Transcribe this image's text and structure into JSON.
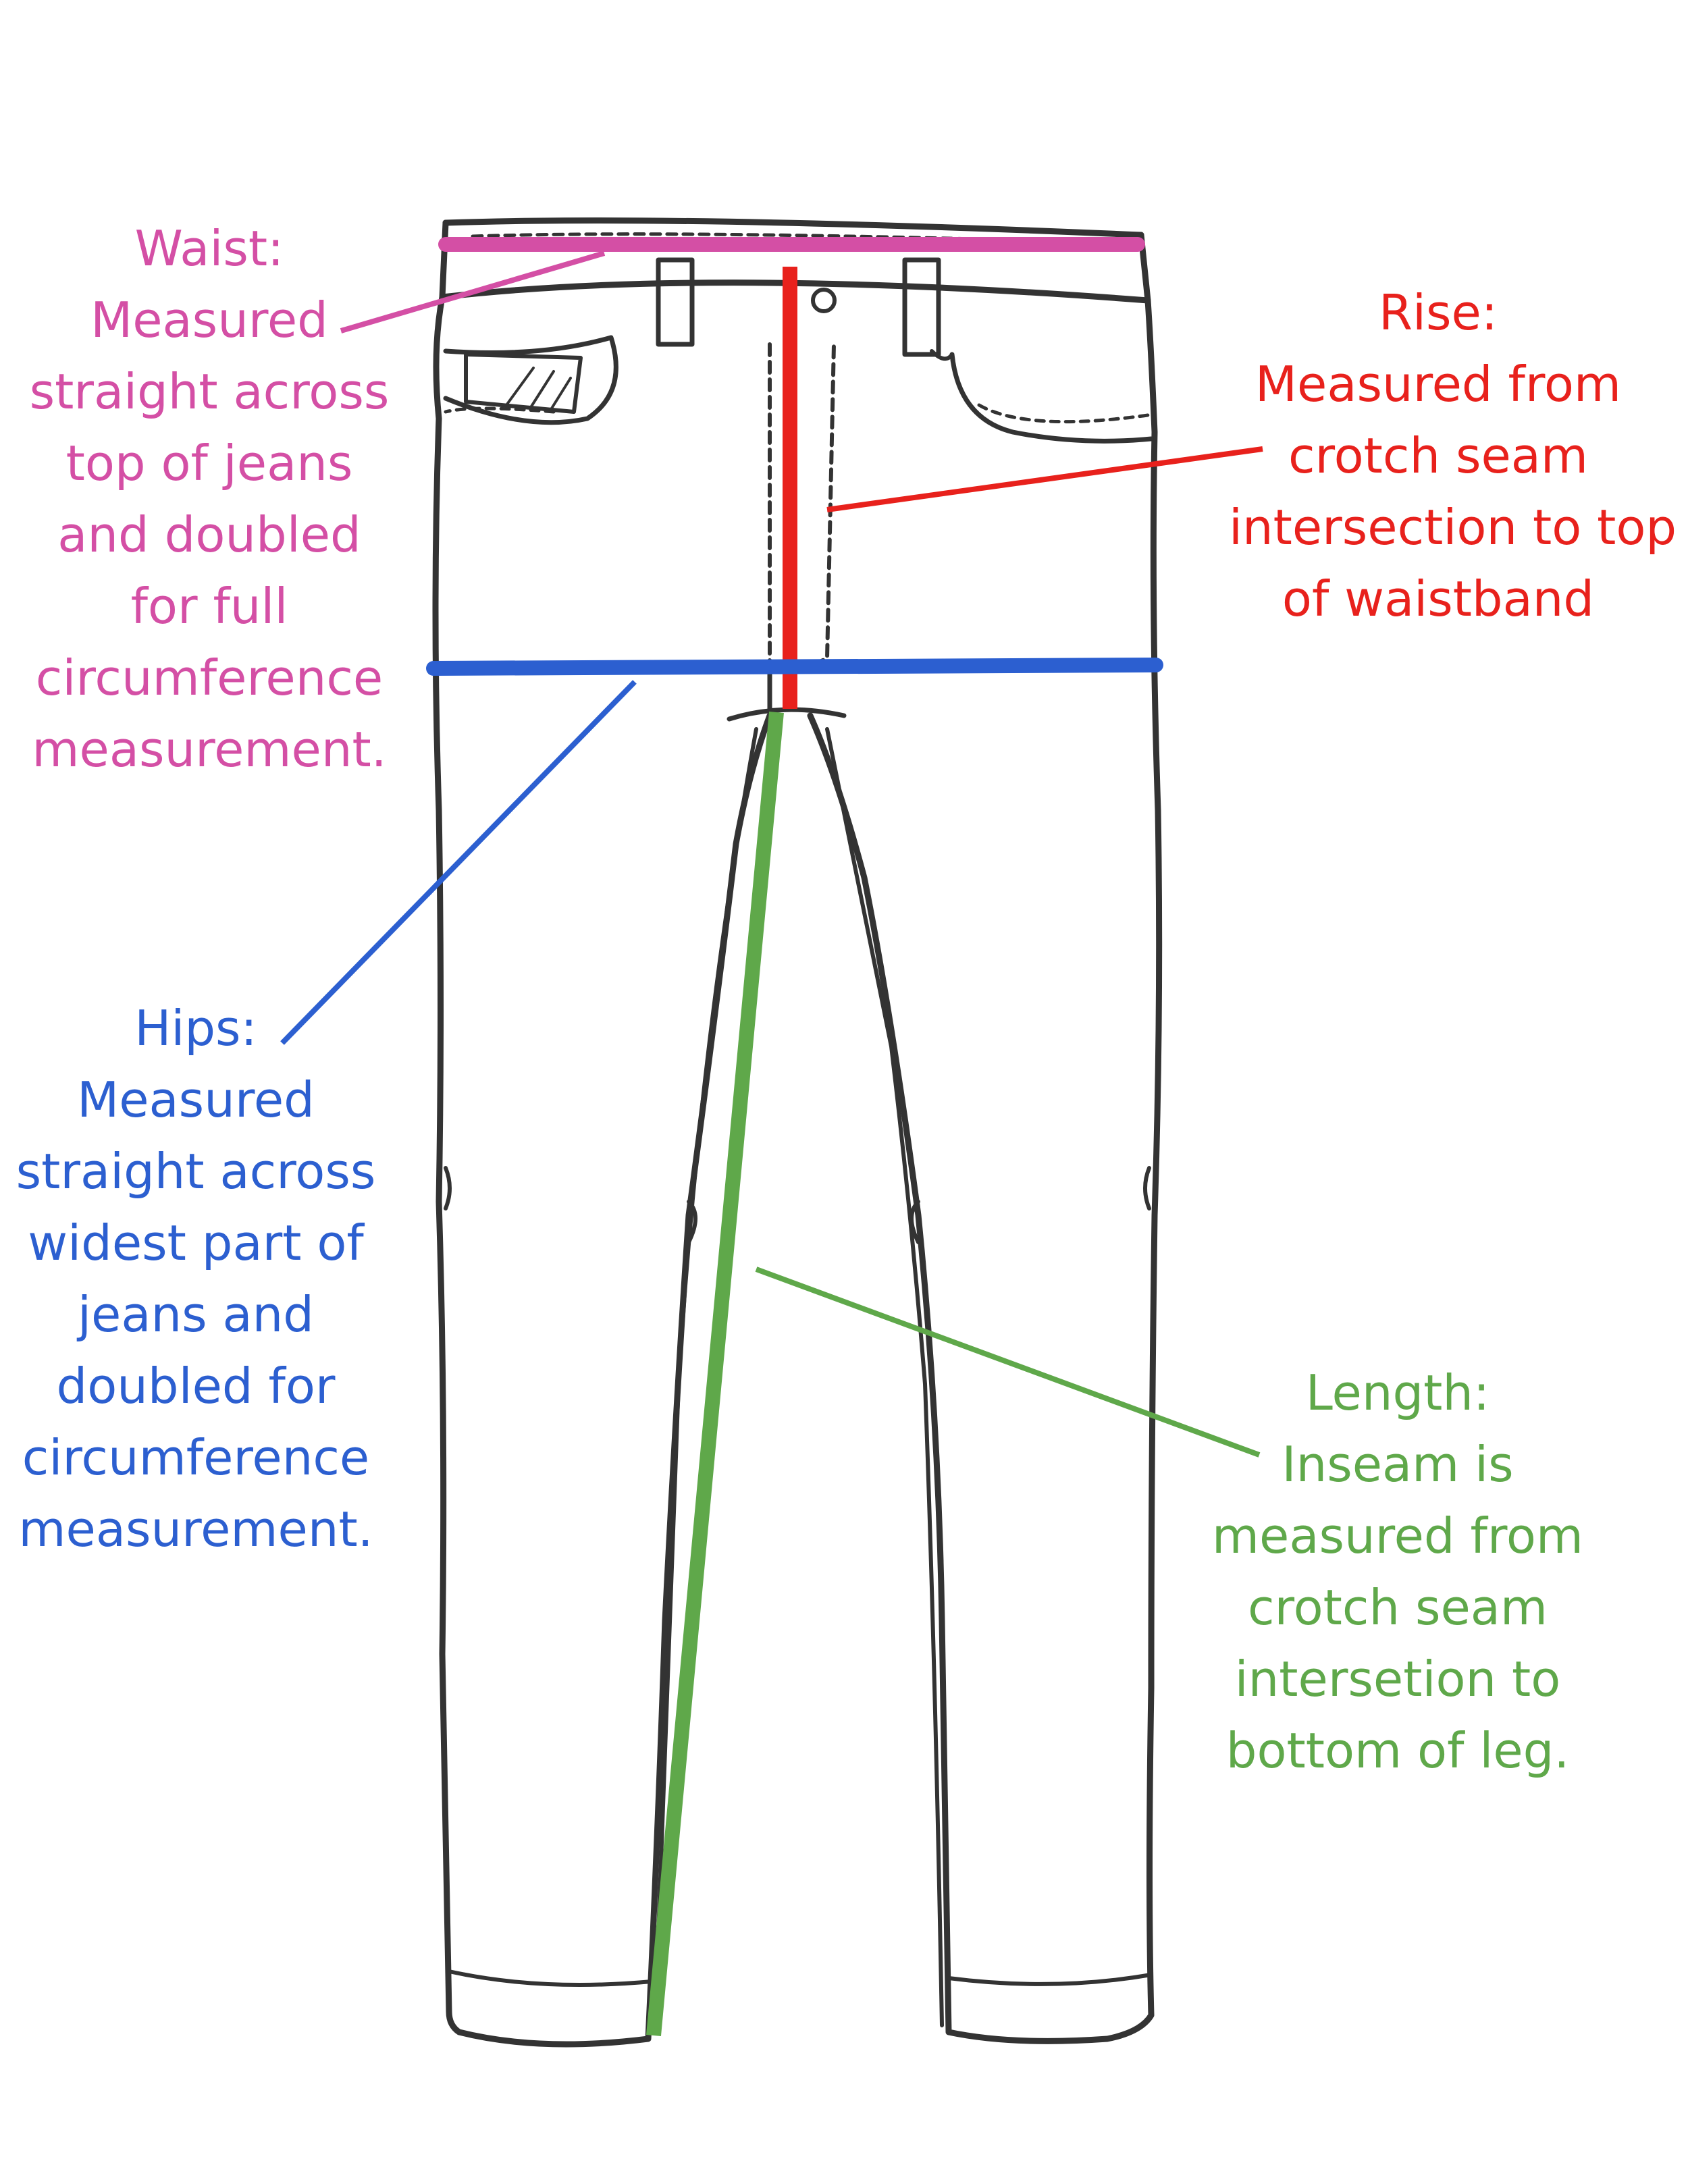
{
  "colors": {
    "waist": "#d44fa5",
    "rise": "#e8211c",
    "hips": "#2c5fd0",
    "length": "#5fa84a",
    "sketch": "#333333"
  },
  "illustration": "jeans-line-drawing",
  "labels": {
    "waist": {
      "lines": [
        "Waist:",
        "Measured",
        "straight across",
        "top of jeans",
        "and doubled",
        "for full",
        "circumference",
        "measurement."
      ]
    },
    "rise": {
      "lines": [
        "Rise:",
        "Measured from",
        "crotch seam",
        "intersection to top",
        "of waistband"
      ]
    },
    "hips": {
      "lines": [
        "Hips:",
        "Measured",
        "straight across",
        "widest part of",
        "jeans and",
        "doubled for",
        "circumference",
        "measurement."
      ]
    },
    "length": {
      "lines": [
        "Length:",
        "Inseam is",
        "measured from",
        "crotch seam",
        "intersetion to",
        "bottom of leg."
      ]
    }
  }
}
